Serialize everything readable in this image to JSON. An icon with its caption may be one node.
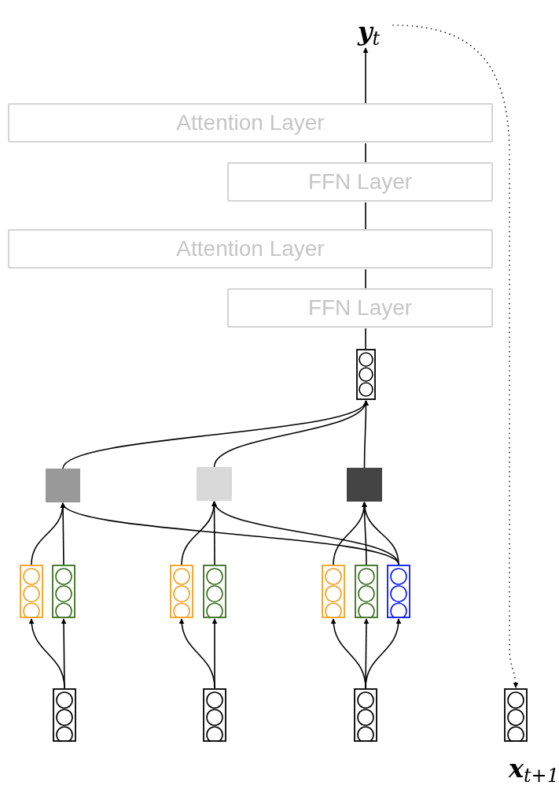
{
  "diagram": {
    "nodes": [
      {
        "text": [
          "**y**$_{t}$"
        ]
      },
      {
        "text": [
          "Attention Layer"
        ]
      },
      {
        "text": [
          "FFN Layer"
        ]
      },
      {
        "text": [
          "Attention Layer"
        ]
      },
      {
        "text": [
          "FFN Layer"
        ]
      },
      {
        "text": [],
        "shape": "box"
      },
      {
        "text": [],
        "shape": "box"
      },
      {
        "text": [],
        "shape": "box"
      },
      {
        "text": [],
        "shape": "box"
      },
      {
        "text": [],
        "shape": "box"
      },
      {
        "text": [],
        "shape": "box"
      },
      {
        "text": [],
        "shape": "box"
      },
      {
        "text": [],
        "shape": "box"
      },
      {
        "text": [],
        "shape": "box"
      },
      {
        "text": [],
        "shape": "box"
      },
      {
        "text": [],
        "shape": "box"
      },
      {
        "text": [],
        "shape": "box"
      },
      {
        "text": [],
        "shape": "box"
      },
      {
        "text": [],
        "shape": "box"
      },
      {
        "text": [],
        "shape": "box",
        "beside": [
          "**x**$_{t+1}$"
        ]
      }
    ],
    "edges": [
      {
        "from": 5,
        "to": 4,
        "arrow": "none"
      },
      {
        "from": 4,
        "to": 3,
        "arrow": "none"
      },
      {
        "from": 3,
        "to": 2,
        "arrow": "none"
      },
      {
        "from": 2,
        "to": 1,
        "arrow": "none"
      },
      {
        "from": 1,
        "to": 0,
        "arrow": "to"
      },
      {
        "from": 6,
        "to": 5,
        "arrow": "to"
      },
      {
        "from": 7,
        "to": 5,
        "arrow": "to"
      },
      {
        "from": 8,
        "to": 5,
        "arrow": "to"
      },
      {
        "from": 9,
        "to": 6,
        "arrow": "to"
      },
      {
        "from": 10,
        "to": 6,
        "arrow": "to"
      },
      {
        "from": 15,
        "to": 6,
        "arrow": "to"
      },
      {
        "from": 11,
        "to": 7,
        "arrow": "to"
      },
      {
        "from": 12,
        "to": 7,
        "arrow": "to"
      },
      {
        "from": 15,
        "to": 7,
        "arrow": "to"
      },
      {
        "from": 13,
        "to": 8,
        "arrow": "to"
      },
      {
        "from": 14,
        "to": 8,
        "arrow": "to"
      },
      {
        "from": 15,
        "to": 8,
        "arrow": "to"
      },
      {
        "from": 16,
        "to": 9,
        "arrow": "to"
      },
      {
        "from": 16,
        "to": 10,
        "arrow": "to"
      },
      {
        "from": 17,
        "to": 11,
        "arrow": "to"
      },
      {
        "from": 17,
        "to": 12,
        "arrow": "to"
      },
      {
        "from": 18,
        "to": 13,
        "arrow": "to"
      },
      {
        "from": 18,
        "to": 14,
        "arrow": "to"
      },
      {
        "from": 18,
        "to": 15,
        "arrow": "to"
      },
      {
        "from": 0,
        "to": 19,
        "arrow": "to",
        "style": "dashed"
      }
    ]
  }
}
